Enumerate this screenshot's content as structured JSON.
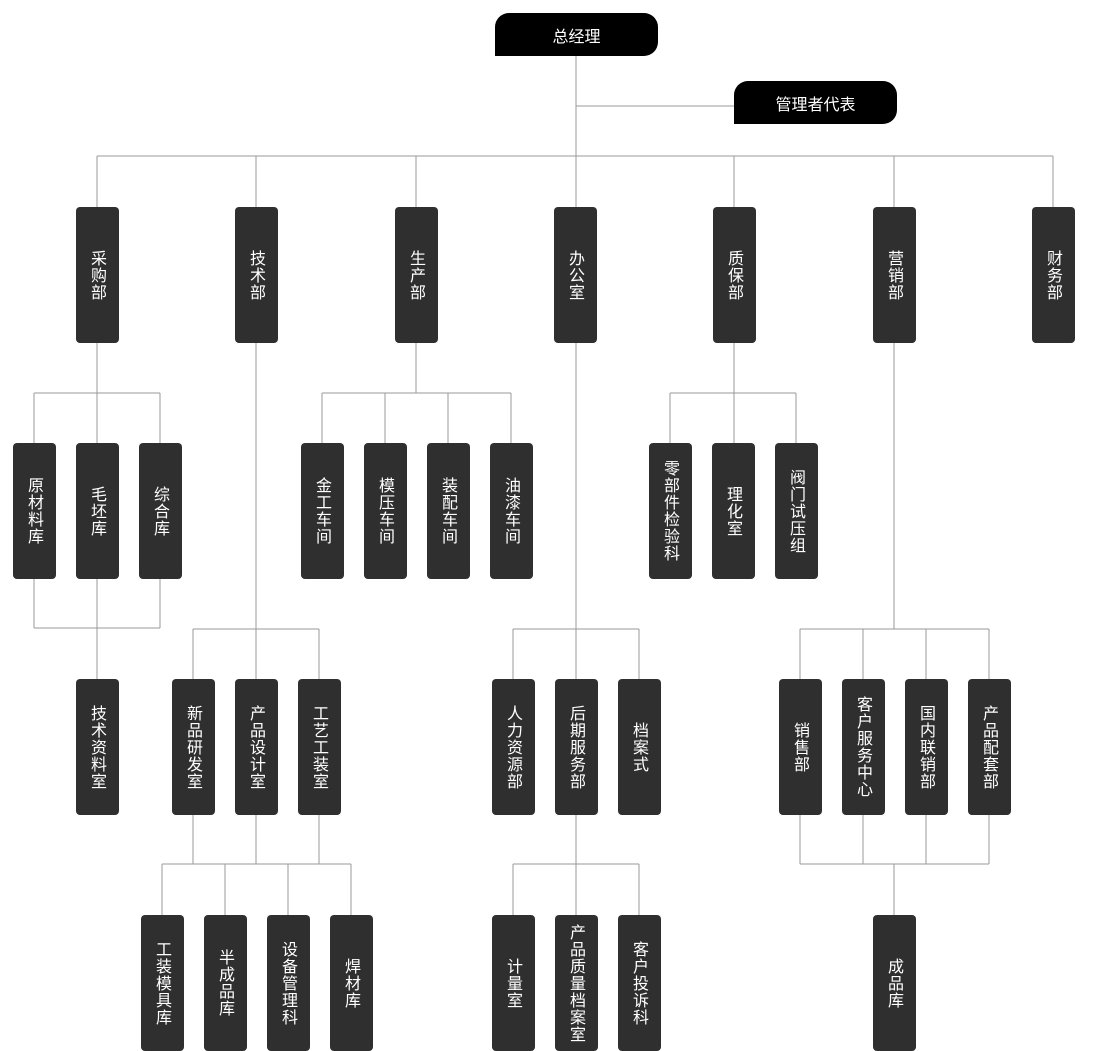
{
  "top": {
    "gm": "总经理",
    "rep": "管理者代表"
  },
  "departments": [
    "采购部",
    "技术部",
    "生产部",
    "办公室",
    "质保部",
    "营销部",
    "财务部"
  ],
  "purchasing": {
    "children": [
      "原材料库",
      "毛坯库",
      "综合库"
    ],
    "sub": "技术资料室"
  },
  "production": {
    "children": [
      "金工车间",
      "模压车间",
      "装配车间",
      "油漆车间"
    ]
  },
  "quality": {
    "children": [
      "零部件检验科",
      "理化室",
      "阀门试压组"
    ]
  },
  "tech": {
    "children": [
      "新品研发室",
      "产品设计室",
      "工艺工装室"
    ],
    "sub": [
      "工装模具库",
      "半成品库",
      "设备管理科",
      "焊材库"
    ]
  },
  "office": {
    "children": [
      "人力资源部",
      "后期服务部",
      "档案式"
    ],
    "sub": [
      "计量室",
      "产品质量档案室",
      "客户投诉科"
    ]
  },
  "sales": {
    "children": [
      "销售部",
      "客户服务中心",
      "国内联销部",
      "产品配套部"
    ],
    "sub": "成品库"
  }
}
